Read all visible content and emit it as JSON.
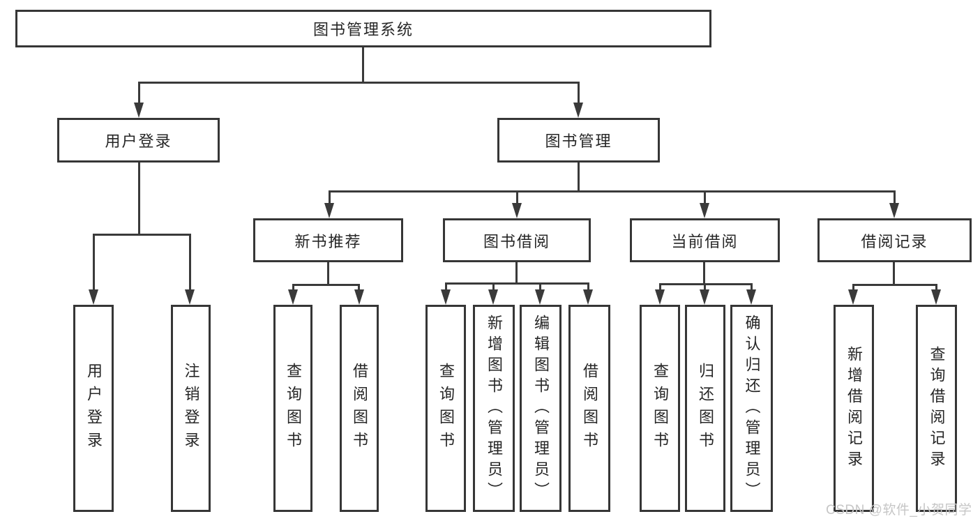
{
  "tree": {
    "label": "图书管理系统",
    "children": [
      {
        "label": "用户登录",
        "children": [
          {
            "label": "用户登录"
          },
          {
            "label": "注销登录"
          }
        ]
      },
      {
        "label": "图书管理",
        "children": [
          {
            "label": "新书推荐",
            "children": [
              {
                "label": "查询图书"
              },
              {
                "label": "借阅图书"
              }
            ]
          },
          {
            "label": "图书借阅",
            "children": [
              {
                "label": "查询图书"
              },
              {
                "label": "新增图书（管理员）"
              },
              {
                "label": "编辑图书（管理员）"
              },
              {
                "label": "借阅图书"
              }
            ]
          },
          {
            "label": "当前借阅",
            "children": [
              {
                "label": "查询图书"
              },
              {
                "label": "归还图书"
              },
              {
                "label": "确认归还（管理员）"
              }
            ]
          },
          {
            "label": "借阅记录",
            "children": [
              {
                "label": "新增借阅记录"
              },
              {
                "label": "查询借阅记录"
              }
            ]
          }
        ]
      }
    ]
  },
  "watermark": {
    "text": "CSDN @软件_小贺同学"
  },
  "colors": {
    "line": "#3a3a3a",
    "border": "#363636",
    "text": "#262626",
    "watermark": "#c6c6c6"
  }
}
